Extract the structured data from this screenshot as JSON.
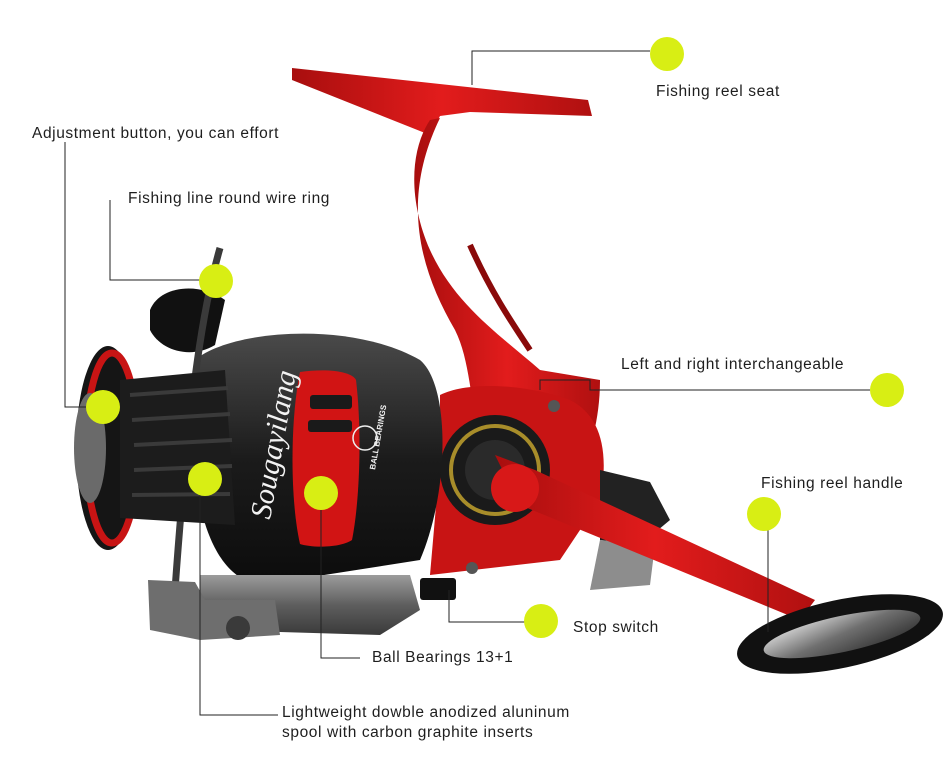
{
  "brand": "Sougayilang",
  "rotor_text": "BALL BEARINGS",
  "marker_color": "#d8ee14",
  "body_color": "#d81818",
  "callouts": [
    {
      "id": "reel-seat",
      "text": "Fishing reel seat"
    },
    {
      "id": "adjustment-button",
      "text": "Adjustment button, you can effort"
    },
    {
      "id": "line-ring",
      "text": "Fishing line round wire ring"
    },
    {
      "id": "interchangeable",
      "text": "Left and right interchangeable"
    },
    {
      "id": "handle",
      "text": "Fishing reel handle"
    },
    {
      "id": "stop-switch",
      "text": "Stop switch"
    },
    {
      "id": "ball-bearings",
      "text": "Ball Bearings 13+1"
    },
    {
      "id": "spool",
      "text": "Lightweight dowble anodized aluninum",
      "text2": "spool with carbon graphite inserts"
    }
  ]
}
